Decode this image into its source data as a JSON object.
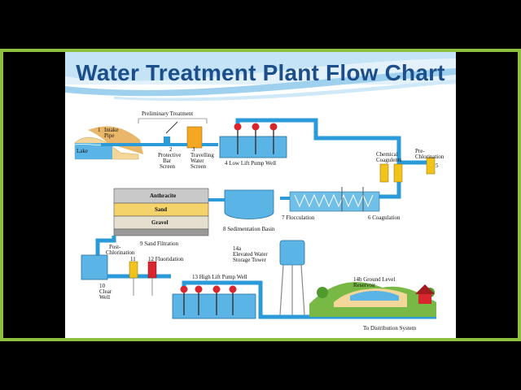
{
  "title": "Water Treatment Plant Flow Chart",
  "labels": {
    "preliminary": "Preliminary Treatment",
    "intake_num": "1",
    "intake_l1": "Intake",
    "intake_l2": "Pipe",
    "lake": "Lake",
    "bar_num": "2",
    "bar_l1": "Protective",
    "bar_l2": "Bar",
    "bar_l3": "Screen",
    "trav_num": "3",
    "trav_l1": "Travelling",
    "trav_l2": "Water",
    "trav_l3": "Screen",
    "lowlift": "4 Low Lift Pump Well",
    "chem_l1": "Chemical",
    "chem_l2": "Coagulents",
    "prechl_l1": "Pre-",
    "prechl_l2": "Chlorination",
    "prechl_num": "5",
    "anthracite": "Anthracite",
    "sand": "Sand",
    "gravel": "Gravel",
    "floc": "7 Flocculation",
    "coag": "6 Coagulation",
    "sedim": "8 Sedimentation Basin",
    "sandfilt": "9 Sand Filtration",
    "postchl_l1": "Post-",
    "postchl_l2": "Chlorination",
    "n11": "11",
    "fluor": "12 Fluoridation",
    "tower_l1": "14a",
    "tower_l2": "Elevated Water",
    "tower_l3": "Storage Tower",
    "clear_l1": "10",
    "clear_l2": "Clear",
    "clear_l3": "Well",
    "highlift": "13 High Lift Pump Well",
    "ground_l1": "14b Ground Level",
    "ground_l2": "Reservoir",
    "distribution": "To Distribution System"
  },
  "colors": {
    "water": "#5ab4e5",
    "pipe": "#2a9ad8",
    "pump": "#d7262e",
    "title": "#1c4e8a",
    "frame": "#8fbf3f",
    "chem_orange": "#f5a623",
    "chem_yellow": "#f2c31b"
  }
}
